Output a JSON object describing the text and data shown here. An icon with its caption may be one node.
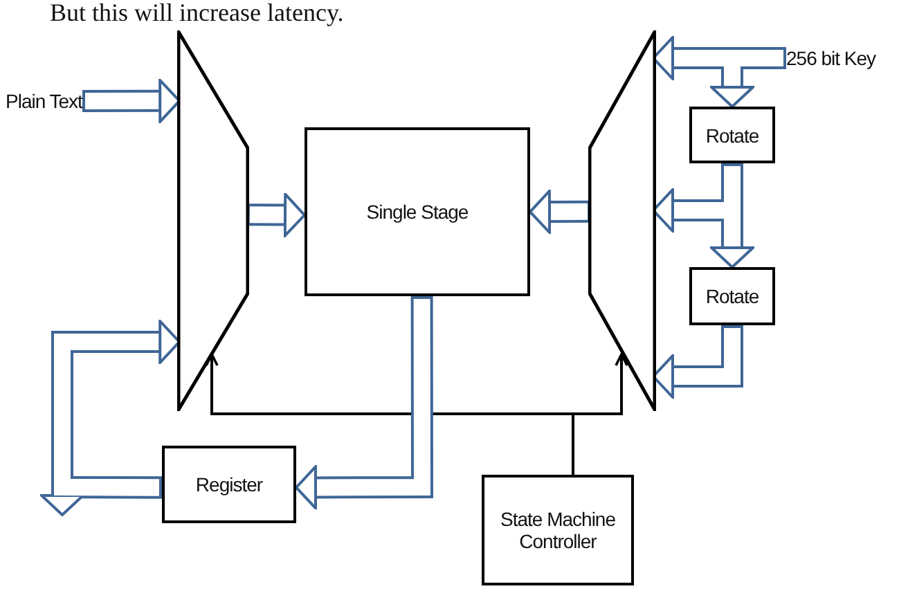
{
  "diagram": {
    "nodes": [
      {
        "text": [],
        "shape": "trapezoid"
      },
      {
        "text": [],
        "shape": "trapezoid"
      },
      {
        "text": [
          "Single Stage"
        ]
      },
      {
        "text": [
          "Rotate"
        ]
      },
      {
        "text": [
          "Rotate"
        ]
      },
      {
        "text": [
          "Register"
        ]
      },
      {
        "text": [
          "State Machine Controller"
        ]
      },
      {
        "text": [
          "Plain Text"
        ]
      },
      {
        "text": [
          "256 bit Key"
        ]
      }
    ],
    "edges": [
      {
        "from": 7,
        "to": 0,
        "arrow": "to"
      },
      {
        "from": 0,
        "to": 2,
        "arrow": "to"
      },
      {
        "from": 1,
        "to": 2,
        "arrow": "to"
      },
      {
        "from": 8,
        "to": 1,
        "arrow": "to"
      },
      {
        "from": 8,
        "to": 3,
        "arrow": "to"
      },
      {
        "from": 3,
        "to": 1,
        "arrow": "to"
      },
      {
        "from": 3,
        "to": 4,
        "arrow": "to"
      },
      {
        "from": 4,
        "to": 1,
        "arrow": "to"
      },
      {
        "from": 2,
        "to": 5,
        "arrow": "to"
      },
      {
        "from": 5,
        "to": 0,
        "arrow": "to"
      },
      {
        "from": 5,
        "to": null,
        "arrow": "to"
      },
      {
        "from": 6,
        "to": 0,
        "arrow": "to",
        "color": "#000000"
      },
      {
        "from": 6,
        "to": 1,
        "arrow": "to",
        "color": "#000000"
      }
    ],
    "labels": [
      "But this will increase latency."
    ]
  }
}
